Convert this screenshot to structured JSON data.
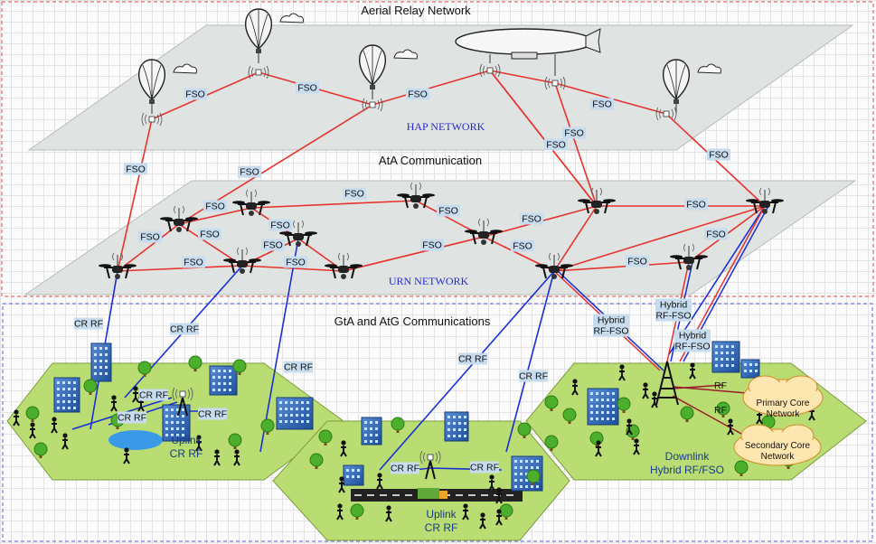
{
  "titles": {
    "aerial": "Aerial Relay Network",
    "ata": "AtA Communication",
    "gta": "GtA and AtG Communications"
  },
  "layers": {
    "hap": "HAP NETWORK",
    "urn": "URN NETWORK"
  },
  "link_types": {
    "fso": "FSO",
    "cr_rf": "CR RF",
    "hybrid": [
      "Hybrid",
      "RF-FSO"
    ],
    "rf": "RF"
  },
  "ground": {
    "left": [
      "Uplink",
      "CR RF"
    ],
    "middle": [
      "Uplink",
      "CR RF"
    ],
    "right": [
      "Downlink",
      "Hybrid RF/FSO"
    ]
  },
  "core": {
    "primary": [
      "Primary Core",
      "Network"
    ],
    "secondary": [
      "Secondary Core",
      "Network"
    ]
  },
  "colors": {
    "fso_link": "#e8322e",
    "rf_link": "#1a2fd4",
    "core_link": "#9b1b2a",
    "aerial_frame": "#e76a6a",
    "ground_frame": "#7a7ae0",
    "plane": "#dfe4e2",
    "hex_grass": "#b9dd73",
    "label_bg": "#c8dcef",
    "cloud": "#fde6b0"
  },
  "icons": [
    "balloon-icon",
    "airship-icon",
    "drone-icon",
    "tower-icon",
    "building-icon",
    "tree-icon",
    "person-icon",
    "truck-icon",
    "cloud-icon"
  ]
}
